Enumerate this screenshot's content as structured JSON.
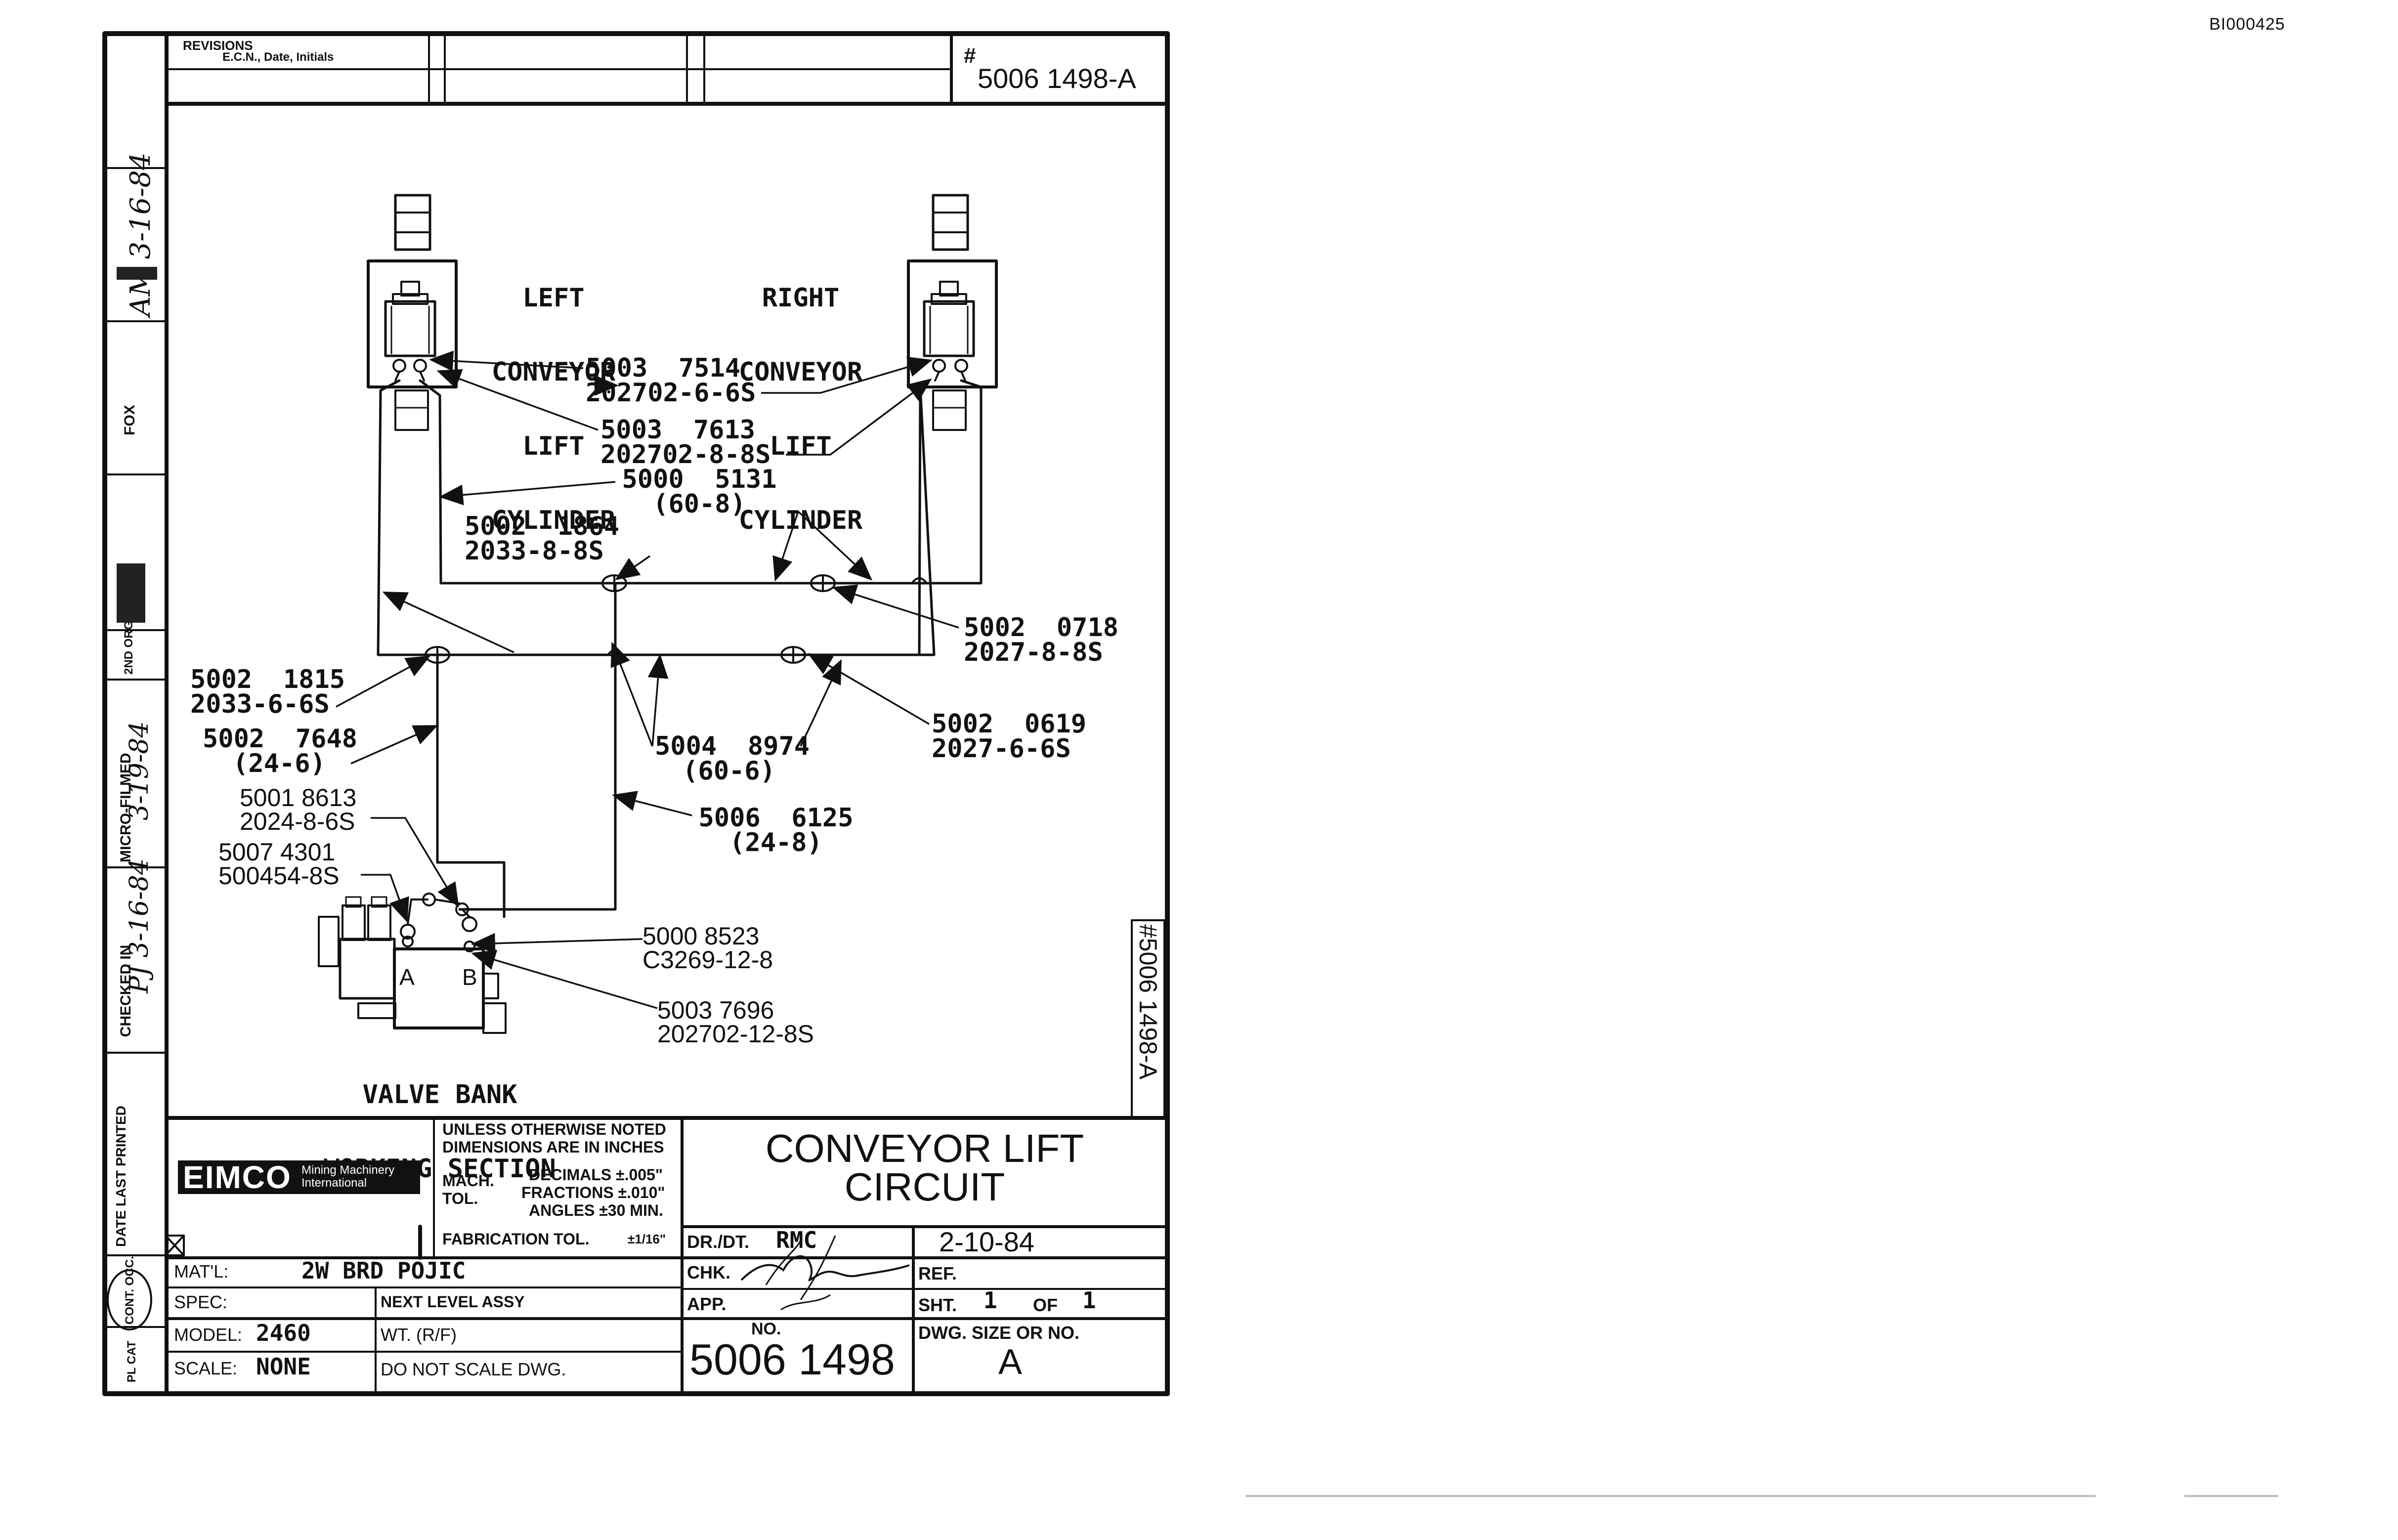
{
  "corner_id": "BI000425",
  "revisions": {
    "title": "REVISIONS",
    "subtitle": "E.C.N., Date, Initials"
  },
  "drawing_ref": {
    "hash": "#",
    "number": "5006 1498-A"
  },
  "side_stamp": "#5006 1498-A",
  "left_strip": {
    "labels": [
      "FOX",
      "2ND ORG.",
      "MICRO-FILMED",
      "CHECKED IN",
      "DATE LAST PRINTED",
      "CONT. OCC.",
      "PL CAT"
    ],
    "handwritten": [
      "AM 3-16-84",
      "3-19-84",
      "PJ 3-16-84"
    ]
  },
  "diagram": {
    "components": [
      {
        "id": "left-cylinder",
        "label": [
          "LEFT",
          "CONVEYOR",
          "LIFT",
          "CYLINDER"
        ]
      },
      {
        "id": "right-cylinder",
        "label": [
          "RIGHT",
          "CONVEYOR",
          "LIFT",
          "CYLINDER"
        ]
      },
      {
        "id": "valve-bank",
        "label": [
          "VALVE BANK",
          "WORKING SECTION"
        ],
        "ports": [
          "A",
          "B"
        ]
      }
    ],
    "callouts": [
      {
        "id": "c1",
        "lines": [
          "5003  7514",
          "202702-6-6S"
        ]
      },
      {
        "id": "c2",
        "lines": [
          "5003  7613",
          "202702-8-8S"
        ]
      },
      {
        "id": "c3",
        "lines": [
          "5000  5131",
          "(60-8)"
        ]
      },
      {
        "id": "c4",
        "lines": [
          "5002  1864",
          "2033-8-8S"
        ]
      },
      {
        "id": "c5",
        "lines": [
          "5002  0718",
          "2027-8-8S"
        ]
      },
      {
        "id": "c6",
        "lines": [
          "5002  1815",
          "2033-6-6S"
        ]
      },
      {
        "id": "c7",
        "lines": [
          "5002  7648",
          "(24-6)"
        ]
      },
      {
        "id": "c8",
        "lines": [
          "5002  0619",
          "2027-6-6S"
        ]
      },
      {
        "id": "c9",
        "lines": [
          "5004  8974",
          "(60-6)"
        ]
      },
      {
        "id": "c10",
        "lines": [
          "5001 8613",
          "2024-8-6S"
        ]
      },
      {
        "id": "c11",
        "lines": [
          "5006  6125",
          "(24-8)"
        ]
      },
      {
        "id": "c12",
        "lines": [
          "5007 4301",
          "500454-8S"
        ]
      },
      {
        "id": "c13",
        "lines": [
          "5000 8523",
          "C3269-12-8"
        ]
      },
      {
        "id": "c14",
        "lines": [
          "5003 7696",
          "202702-12-8S"
        ]
      }
    ]
  },
  "title_block": {
    "logo": {
      "name": "EIMCO",
      "tagline_1": "Mining Machinery",
      "tagline_2": "International"
    },
    "tolerance": {
      "line1": "UNLESS OTHERWISE NOTED",
      "line2": "DIMENSIONS ARE IN INCHES",
      "mach_1": "MACH.",
      "mach_2": "TOL.",
      "decimals": "DECIMALS ±.005\"",
      "fractions": "FRACTIONS ±.010\"",
      "angles": "ANGLES ±30 MIN.",
      "fabrication": "FABRICATION TOL.",
      "fabrication_value": "±1/16\""
    },
    "title_1": "CONVEYOR LIFT",
    "title_2": "CIRCUIT",
    "dr_dt_label": "DR./DT.",
    "dr_dt_value": "RMC",
    "date": "2-10-84",
    "chk_label": "CHK.",
    "ref_label": "REF.",
    "app_label": "APP.",
    "sht_label": "SHT.",
    "sht_value": "1",
    "of_label": "OF",
    "of_value": "1",
    "no_label": "NO.",
    "no_value": "5006 1498",
    "dwg_size_label": "DWG. SIZE OR NO.",
    "dwg_size_value": "A",
    "matl_label": "MAT'L:",
    "matl_value": "2W BRD POJIC",
    "spec_label": "SPEC:",
    "next_level_label": "NEXT LEVEL ASSY",
    "model_label": "MODEL:",
    "model_value": "2460",
    "wt_label": "WT. (R/F)",
    "scale_label": "SCALE:",
    "scale_value": "NONE",
    "do_not_scale": "DO NOT SCALE DWG."
  }
}
